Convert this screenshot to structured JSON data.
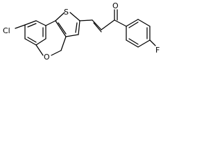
{
  "molecule": {
    "atoms": {
      "chlorine": "Cl",
      "sulfur": "S",
      "oxygen_carbonyl": "O",
      "oxygen_ring": "O",
      "fluorine": "F"
    },
    "colors": {
      "bond": "#000000",
      "label": "#000000",
      "background": "#ffffff"
    }
  }
}
